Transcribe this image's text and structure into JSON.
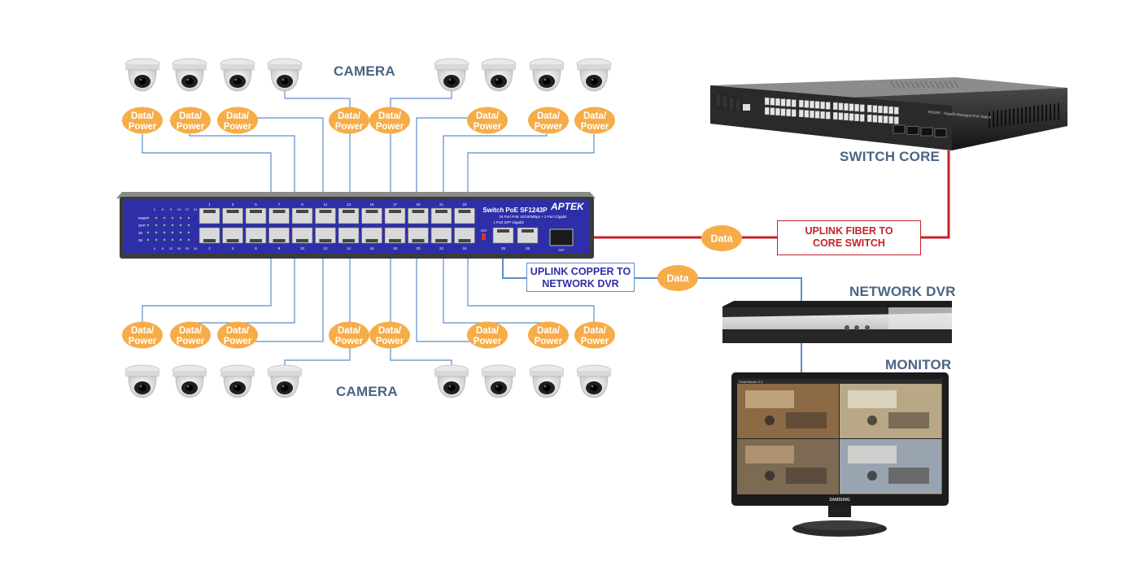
{
  "labels": {
    "camera_top": "CAMERA",
    "camera_bottom": "CAMERA",
    "switch_core": "SWITCH CORE",
    "network_dvr": "NETWORK DVR",
    "monitor": "MONITOR"
  },
  "badges": {
    "line1": "Data/",
    "line2": "Power",
    "data": "Data"
  },
  "uplink_fiber": {
    "line1": "UPLINK FIBER TO",
    "line2": "CORE SWITCH"
  },
  "uplink_copper": {
    "line1": "UPLINK COPPER TO",
    "line2": "NETWORK DVR"
  },
  "poe_switch": {
    "brand": "APTEK",
    "model": "Switch PoE SF1243P",
    "spec1": "24 Port PoE 10/100Mbps + 2 Port Gigabit",
    "spec2": "1 Port SFP Gigabit",
    "leds": [
      "PWR",
      "SFP",
      "25",
      "26"
    ],
    "top_ports": [
      "1",
      "3",
      "5",
      "7",
      "9",
      "11",
      "13",
      "15",
      "17",
      "19",
      "21",
      "23"
    ],
    "bottom_ports": [
      "2",
      "4",
      "6",
      "8",
      "10",
      "12",
      "14",
      "16",
      "18",
      "20",
      "22",
      "24"
    ],
    "uplink_ports": [
      "25",
      "26"
    ],
    "sfp_label": "SFP",
    "rst_label": "RST"
  },
  "core_switch": {
    "model": "S5624P - Gigabit Managed PoE Switch"
  },
  "monitor": {
    "brand": "SAMSUNG",
    "software": "SmartViewer 4.0"
  },
  "colors": {
    "orange": "#f6ad48",
    "blue_line": "#5b8fcb",
    "red_line": "#c4232a",
    "label": "#4a6584",
    "switch_blue": "#2e2fa8"
  }
}
